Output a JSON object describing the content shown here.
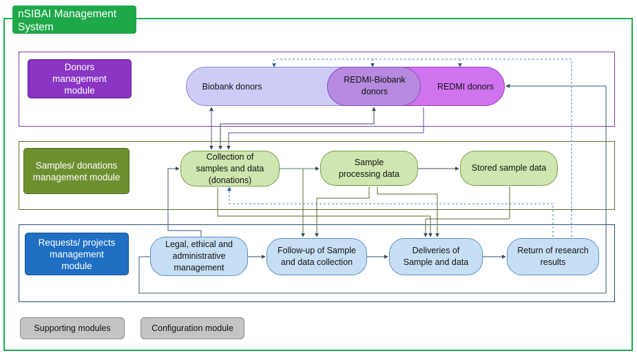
{
  "system_title": "nSIBAI Management System",
  "modules": {
    "donors": "Donors management module",
    "samples": "Samples/ donations management module",
    "requests": "Requests/ projects management module"
  },
  "donor_groups": {
    "biobank": "Biobank donors",
    "redmi_biobank": "REDMI-Biobank donors",
    "redmi": "REDMI donors"
  },
  "sample_nodes": {
    "collection": "Collection of samples and data (donations)",
    "processing": "Sample processing data",
    "stored": "Stored sample data"
  },
  "request_nodes": {
    "legal": "Legal, ethical and administrative management",
    "followup": "Follow-up of Sample and data collection",
    "deliveries": "Deliveries of Sample and data",
    "return": "Return of research results"
  },
  "bottom": {
    "supporting": "Supporting modules",
    "configuration": "Configuration module"
  },
  "colors": {
    "frame": "#1fa84a",
    "donors_module": "#8a35c4",
    "samples_module": "#6e8f30",
    "requests_module": "#1f6fc2",
    "green_node": "#cfe6b0",
    "blue_node": "#c7dff4"
  }
}
